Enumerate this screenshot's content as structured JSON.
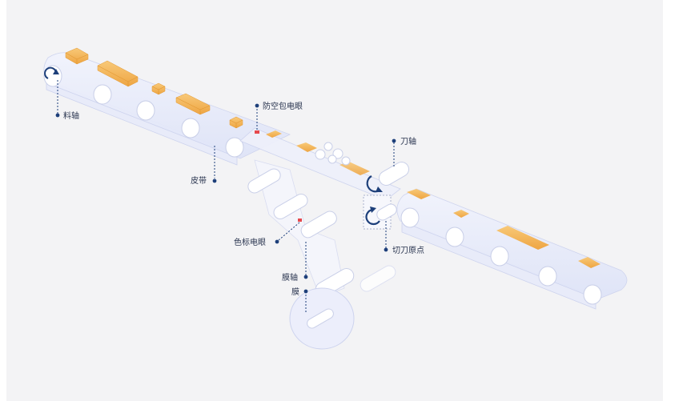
{
  "labels": {
    "material_shaft": "料轴",
    "belt": "皮带",
    "anti_empty_eye": "防空包电眼",
    "color_mark_eye": "色标电眼",
    "film_shaft": "膜轴",
    "film": "膜",
    "knife_shaft": "刀轴",
    "cutter_origin": "切刀原点"
  },
  "colors": {
    "belt": "#e4e8fa",
    "roller": "#ffffff",
    "product": "#f2b45a",
    "leader": "#1d3f7a",
    "sensor": "#e5484d",
    "arrow": "#1d3f7a"
  }
}
